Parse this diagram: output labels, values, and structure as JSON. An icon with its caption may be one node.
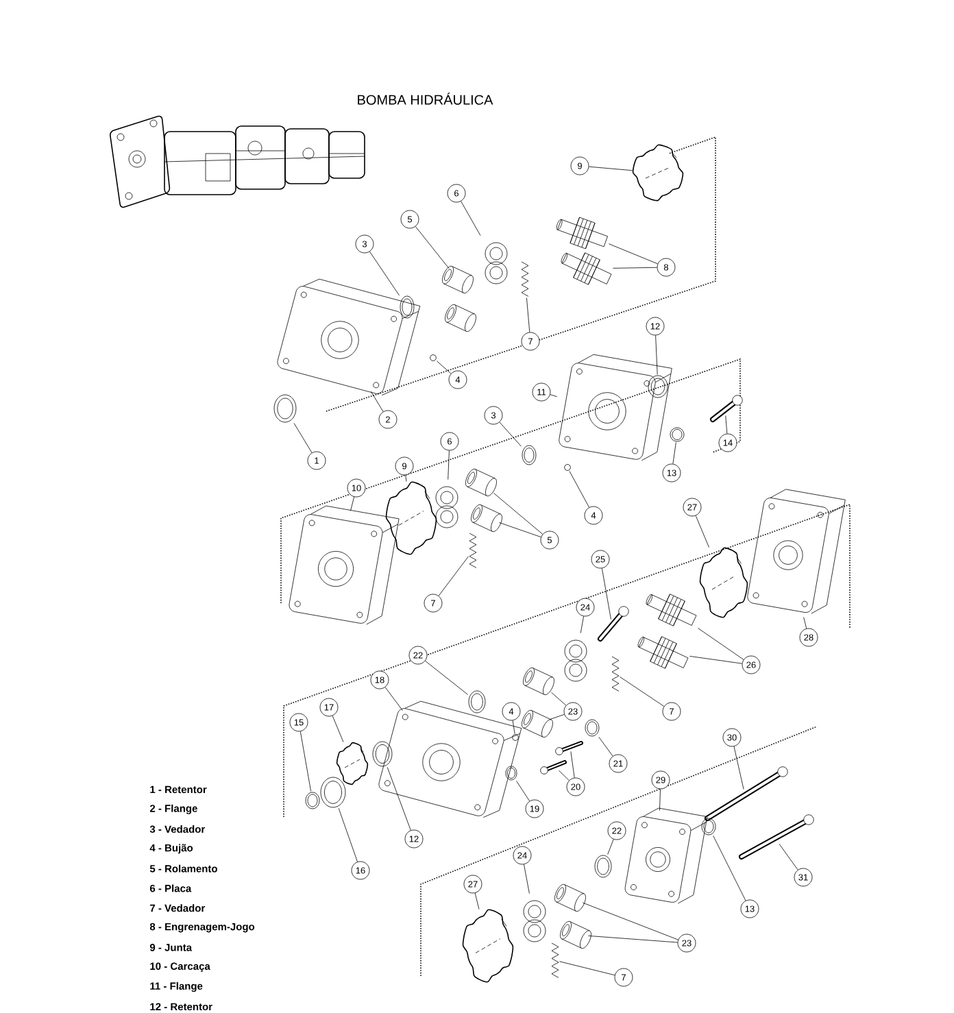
{
  "diagram": {
    "title": "BOMBA HIDRÁULICA",
    "nodes": [
      {
        "text": [
          "9"
        ]
      },
      {
        "text": [
          "6"
        ]
      },
      {
        "text": [
          "5"
        ]
      },
      {
        "text": [
          "3"
        ]
      },
      {
        "text": [
          "8"
        ]
      },
      {
        "text": [
          "7"
        ]
      },
      {
        "text": [
          "12"
        ]
      },
      {
        "text": [
          "4"
        ]
      },
      {
        "text": [
          "11"
        ]
      },
      {
        "text": [
          "2"
        ]
      },
      {
        "text": [
          "3"
        ]
      },
      {
        "text": [
          "6"
        ]
      },
      {
        "text": [
          "14"
        ]
      },
      {
        "text": [
          "1"
        ]
      },
      {
        "text": [
          "9"
        ]
      },
      {
        "text": [
          "13"
        ]
      },
      {
        "text": [
          "10"
        ]
      },
      {
        "text": [
          "27"
        ]
      },
      {
        "text": [
          "4"
        ]
      },
      {
        "text": [
          "5"
        ]
      },
      {
        "text": [
          "25"
        ]
      },
      {
        "text": [
          "7"
        ]
      },
      {
        "text": [
          "24"
        ]
      },
      {
        "text": [
          "28"
        ]
      },
      {
        "text": [
          "22"
        ]
      },
      {
        "text": [
          "26"
        ]
      },
      {
        "text": [
          "18"
        ]
      },
      {
        "text": [
          "17"
        ]
      },
      {
        "text": [
          "4"
        ]
      },
      {
        "text": [
          "23"
        ]
      },
      {
        "text": [
          "7"
        ]
      },
      {
        "text": [
          "15"
        ]
      },
      {
        "text": [
          "30"
        ]
      },
      {
        "text": [
          "21"
        ]
      },
      {
        "text": [
          "29"
        ]
      },
      {
        "text": [
          "20"
        ]
      },
      {
        "text": [
          "19"
        ]
      },
      {
        "text": [
          "22"
        ]
      },
      {
        "text": [
          "12"
        ]
      },
      {
        "text": [
          "24"
        ]
      },
      {
        "text": [
          "16"
        ]
      },
      {
        "text": [
          "31"
        ]
      },
      {
        "text": [
          "27"
        ]
      },
      {
        "text": [
          "13"
        ]
      },
      {
        "text": [
          "23"
        ]
      },
      {
        "text": [
          "7"
        ]
      },
      {
        "text": [],
        "shape": "picture"
      },
      {
        "text": [],
        "shape": "picture"
      },
      {
        "text": [],
        "shape": "picture"
      },
      {
        "text": [],
        "shape": "picture"
      },
      {
        "text": [],
        "shape": "picture"
      },
      {
        "text": [],
        "shape": "picture"
      },
      {
        "text": [],
        "shape": "picture"
      },
      {
        "text": [],
        "shape": "picture"
      },
      {
        "text": [],
        "shape": "picture"
      },
      {
        "text": [],
        "shape": "picture"
      },
      {
        "text": [],
        "shape": "picture"
      },
      {
        "text": [],
        "shape": "picture"
      },
      {
        "text": [],
        "shape": "picture"
      },
      {
        "text": [],
        "shape": "picture"
      },
      {
        "text": [],
        "shape": "picture"
      },
      {
        "text": [],
        "shape": "picture"
      },
      {
        "text": [],
        "shape": "picture"
      },
      {
        "text": [],
        "shape": "picture"
      },
      {
        "text": [],
        "shape": "picture"
      },
      {
        "text": [],
        "shape": "picture"
      },
      {
        "text": [],
        "shape": "picture"
      },
      {
        "text": [],
        "shape": "picture"
      },
      {
        "text": [],
        "shape": "picture"
      },
      {
        "text": [],
        "shape": "picture"
      },
      {
        "text": [],
        "shape": "picture"
      },
      {
        "text": [],
        "shape": "picture"
      },
      {
        "text": [],
        "shape": "picture"
      },
      {
        "text": [],
        "shape": "picture"
      },
      {
        "text": [],
        "shape": "picture"
      },
      {
        "text": [],
        "shape": "picture"
      },
      {
        "text": [],
        "shape": "picture"
      },
      {
        "text": [],
        "shape": "picture"
      },
      {
        "text": [],
        "shape": "picture"
      },
      {
        "text": [],
        "shape": "picture"
      },
      {
        "text": [],
        "shape": "picture"
      },
      {
        "text": [],
        "shape": "picture"
      },
      {
        "text": [],
        "shape": "picture"
      },
      {
        "text": [],
        "shape": "picture"
      },
      {
        "text": [],
        "shape": "picture"
      },
      {
        "text": [],
        "shape": "picture"
      },
      {
        "text": [],
        "shape": "picture"
      },
      {
        "text": [],
        "shape": "picture"
      },
      {
        "text": [],
        "shape": "picture"
      },
      {
        "text": [],
        "shape": "picture"
      },
      {
        "text": [],
        "shape": "picture"
      },
      {
        "text": [],
        "shape": "picture"
      },
      {
        "text": [],
        "shape": "picture"
      },
      {
        "text": [],
        "shape": "picture"
      },
      {
        "text": [],
        "shape": "picture"
      },
      {
        "text": [],
        "shape": "picture"
      },
      {
        "text": [],
        "shape": "picture"
      },
      {
        "text": [],
        "shape": "picture"
      }
    ],
    "edges": [
      {
        "from": 0,
        "to": 46,
        "arrow": "none"
      },
      {
        "from": 4,
        "to": 47,
        "arrow": "none"
      },
      {
        "from": 1,
        "to": 48,
        "arrow": "none"
      },
      {
        "from": 4,
        "to": 49,
        "arrow": "none"
      },
      {
        "from": 5,
        "to": 50,
        "arrow": "none"
      },
      {
        "from": 2,
        "to": 51,
        "arrow": "none"
      },
      {
        "from": 3,
        "to": 52,
        "arrow": "none"
      },
      {
        "from": 9,
        "to": 53,
        "arrow": "none"
      },
      {
        "from": 7,
        "to": 54,
        "arrow": "none"
      },
      {
        "from": 6,
        "to": 55,
        "arrow": "none"
      },
      {
        "from": 12,
        "to": 56,
        "arrow": "none"
      },
      {
        "from": 8,
        "to": 57,
        "arrow": "none"
      },
      {
        "from": 13,
        "to": 58,
        "arrow": "none"
      },
      {
        "from": 15,
        "to": 59,
        "arrow": "none"
      },
      {
        "from": 10,
        "to": 60,
        "arrow": "none"
      },
      {
        "from": 18,
        "to": 61,
        "arrow": "none"
      },
      {
        "from": 19,
        "to": 62,
        "arrow": "none"
      },
      {
        "from": 11,
        "to": 63,
        "arrow": "none"
      },
      {
        "from": 14,
        "to": 64,
        "arrow": "none"
      },
      {
        "from": 19,
        "to": 65,
        "arrow": "none"
      },
      {
        "from": 21,
        "to": 66,
        "arrow": "none"
      },
      {
        "from": 16,
        "to": 67,
        "arrow": "none"
      },
      {
        "from": 23,
        "to": 68,
        "arrow": "none"
      },
      {
        "from": 17,
        "to": 69,
        "arrow": "none"
      },
      {
        "from": 25,
        "to": 70,
        "arrow": "none"
      },
      {
        "from": 20,
        "to": 71,
        "arrow": "none"
      },
      {
        "from": 25,
        "to": 72,
        "arrow": "none"
      },
      {
        "from": 22,
        "to": 73,
        "arrow": "none"
      },
      {
        "from": 30,
        "to": 74,
        "arrow": "none"
      },
      {
        "from": 29,
        "to": 75,
        "arrow": "none"
      },
      {
        "from": 24,
        "to": 76,
        "arrow": "none"
      },
      {
        "from": 29,
        "to": 77,
        "arrow": "none"
      },
      {
        "from": 33,
        "to": 78,
        "arrow": "none"
      },
      {
        "from": 28,
        "to": 79,
        "arrow": "none"
      },
      {
        "from": 35,
        "to": 80,
        "arrow": "none"
      },
      {
        "from": 38,
        "to": 81,
        "arrow": "none"
      },
      {
        "from": 26,
        "to": 82,
        "arrow": "none"
      },
      {
        "from": 27,
        "to": 83,
        "arrow": "none"
      },
      {
        "from": 35,
        "to": 84,
        "arrow": "none"
      },
      {
        "from": 36,
        "to": 85,
        "arrow": "none"
      },
      {
        "from": 40,
        "to": 86,
        "arrow": "none"
      },
      {
        "from": 31,
        "to": 87,
        "arrow": "none"
      },
      {
        "from": 32,
        "to": 88,
        "arrow": "none"
      },
      {
        "from": 43,
        "to": 89,
        "arrow": "none"
      },
      {
        "from": 41,
        "to": 90,
        "arrow": "none"
      },
      {
        "from": 34,
        "to": 91,
        "arrow": "none"
      },
      {
        "from": 37,
        "to": 92,
        "arrow": "none"
      },
      {
        "from": 44,
        "to": 93,
        "arrow": "none"
      },
      {
        "from": 39,
        "to": 94,
        "arrow": "none"
      },
      {
        "from": 44,
        "to": 95,
        "arrow": "none"
      },
      {
        "from": 42,
        "to": 96,
        "arrow": "none"
      },
      {
        "from": 45,
        "to": 97,
        "arrow": "none"
      }
    ],
    "labels": [
      "1 - Retentor",
      "2 - Flange",
      "3 - Vedador",
      "4 - Bujão",
      "5 - Rolamento",
      "6 - Placa",
      "7 - Vedador",
      "8 - Engrenagem-Jogo",
      "9 - Junta",
      "10 - Carcaça",
      "11 - Flange",
      "12 - Retentor"
    ]
  }
}
